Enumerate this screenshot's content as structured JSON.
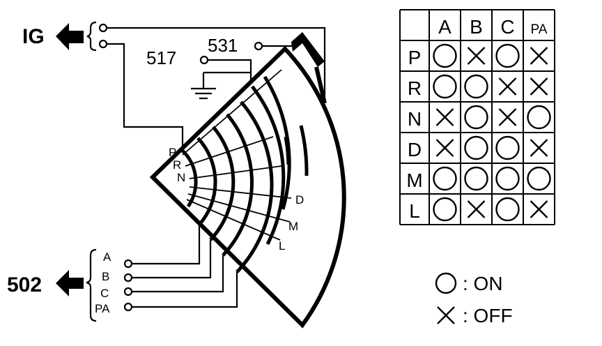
{
  "diagram": {
    "labels": {
      "ig": "IG",
      "t517": "517",
      "t531": "531",
      "t502": "502",
      "pos_p": "P",
      "pos_r": "R",
      "pos_n": "N",
      "pos_d": "D",
      "pos_m": "M",
      "pos_l": "L",
      "out_a": "A",
      "out_b": "B",
      "out_c": "C",
      "out_pa": "PA"
    }
  },
  "table": {
    "columns": [
      "A",
      "B",
      "C",
      "PA"
    ],
    "rows": [
      {
        "label": "P",
        "states": [
          "ON",
          "OFF",
          "ON",
          "OFF"
        ]
      },
      {
        "label": "R",
        "states": [
          "ON",
          "ON",
          "OFF",
          "OFF"
        ]
      },
      {
        "label": "N",
        "states": [
          "OFF",
          "ON",
          "OFF",
          "ON"
        ]
      },
      {
        "label": "D",
        "states": [
          "OFF",
          "ON",
          "ON",
          "OFF"
        ]
      },
      {
        "label": "M",
        "states": [
          "ON",
          "ON",
          "ON",
          "ON"
        ]
      },
      {
        "label": "L",
        "states": [
          "ON",
          "OFF",
          "ON",
          "OFF"
        ]
      }
    ]
  },
  "legend": {
    "on": ": ON",
    "off": ": OFF"
  }
}
